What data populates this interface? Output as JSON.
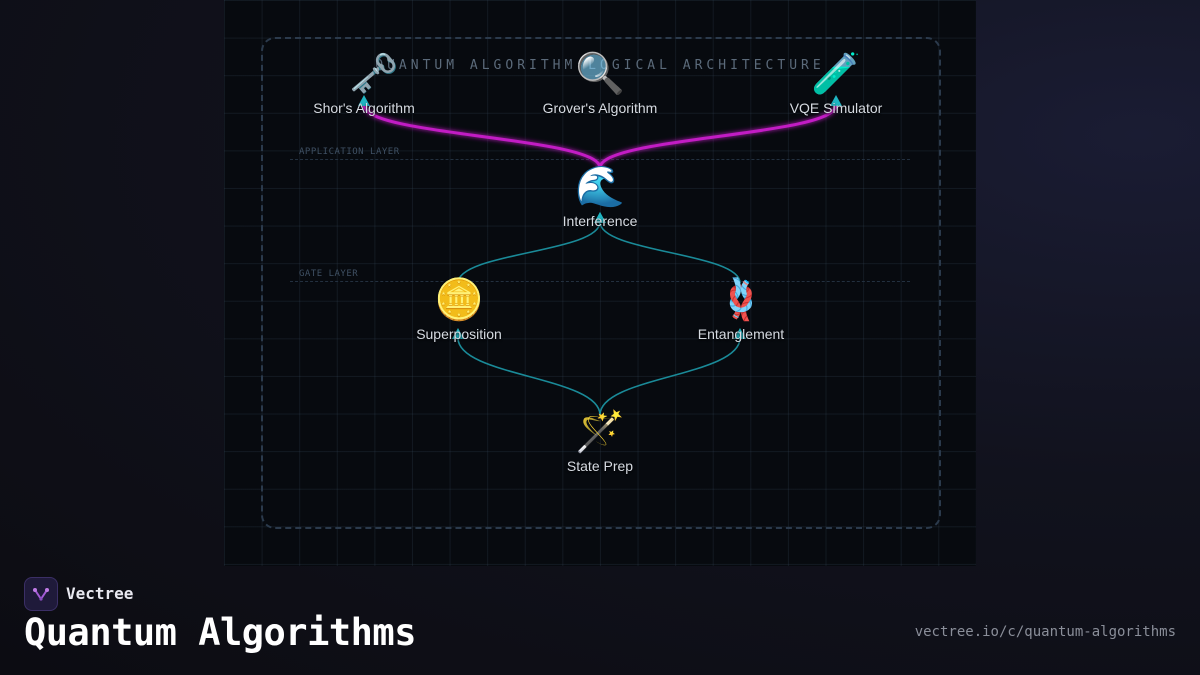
{
  "diagram": {
    "title": "QUANTUM ALGORITHM LOGICAL ARCHITECTURE",
    "layers": [
      {
        "label": "APPLICATION LAYER"
      },
      {
        "label": "GATE LAYER"
      }
    ],
    "nodes": [
      {
        "id": "shor",
        "label": "Shor's Algorithm",
        "icon": "key-icon",
        "glyph": "🗝️"
      },
      {
        "id": "grover",
        "label": "Grover's Algorithm",
        "icon": "magnifier-icon",
        "glyph": "🔍"
      },
      {
        "id": "vqe",
        "label": "VQE Simulator",
        "icon": "test-tube-icon",
        "glyph": "🧪"
      },
      {
        "id": "interference",
        "label": "Interference",
        "icon": "wave-icon",
        "glyph": "🌊"
      },
      {
        "id": "superposition",
        "label": "Superposition",
        "icon": "coin-icon",
        "glyph": "🪙"
      },
      {
        "id": "entanglement",
        "label": "Entanglement",
        "icon": "knot-icon",
        "glyph": "🪢"
      },
      {
        "id": "stateprep",
        "label": "State Prep",
        "icon": "magic-wand-icon",
        "glyph": "🪄"
      }
    ],
    "edges": [
      {
        "from": "interference",
        "to": "shor",
        "color": "#c21cc4"
      },
      {
        "from": "interference",
        "to": "vqe",
        "color": "#c21cc4"
      },
      {
        "from": "superposition",
        "to": "interference",
        "color": "#1a8a98"
      },
      {
        "from": "entanglement",
        "to": "interference",
        "color": "#1a8a98"
      },
      {
        "from": "stateprep",
        "to": "superposition",
        "color": "#1a8a98"
      },
      {
        "from": "stateprep",
        "to": "entanglement",
        "color": "#1a8a98"
      }
    ],
    "arrow_color": "#1fb5c2"
  },
  "brand": {
    "name": "Vectree",
    "logo": "vectree-logo-icon",
    "accent": "#a35bd6"
  },
  "page": {
    "title": "Quantum Algorithms",
    "url": "vectree.io/c/quantum-algorithms"
  }
}
